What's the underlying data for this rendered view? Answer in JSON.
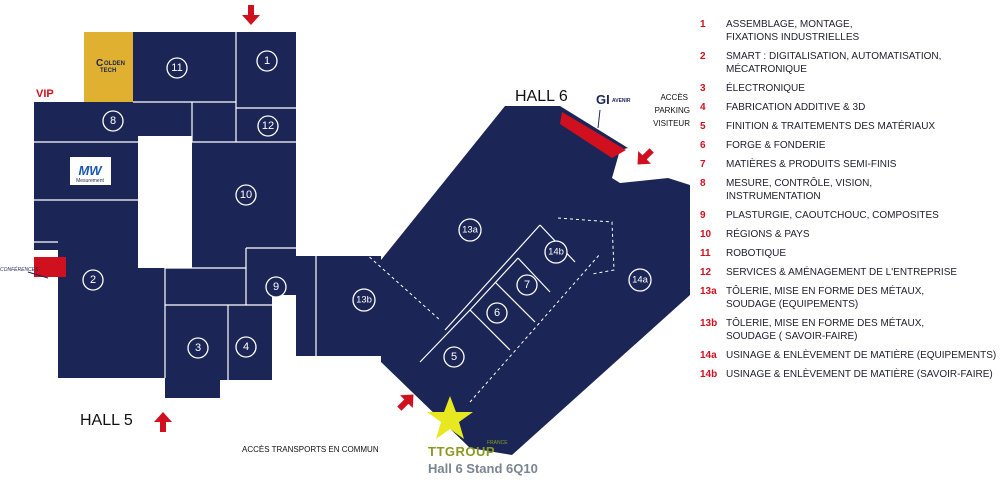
{
  "halls": {
    "hall5": "HALL 5",
    "hall6": "HALL 6"
  },
  "vip_label": "VIP",
  "access": {
    "parking_line1": "ACCÈS",
    "parking_line2": "PARKING",
    "parking_line3": "VISITEUR",
    "transports": "ACCÈS TRANSPORTS EN COMMUN"
  },
  "zones": [
    "1",
    "2",
    "3",
    "4",
    "5",
    "6",
    "7",
    "8",
    "9",
    "10",
    "11",
    "12",
    "13a",
    "13b",
    "14a",
    "14b"
  ],
  "exhibitors": {
    "golden_line1": "OLDEN",
    "golden_line2": "TECH",
    "mw_logo": "MW",
    "mw_sub": "Mesurement",
    "conferences": "CONFÉRENCES",
    "gi_logo": "GI",
    "gi_sub": "AVENIR"
  },
  "legend": [
    {
      "num": "1",
      "text": "ASSEMBLAGE, MONTAGE,\nFIXATIONS INDUSTRIELLES"
    },
    {
      "num": "2",
      "text": "SMART : DIGITALISATION, AUTOMATISATION,\nMÉCATRONIQUE"
    },
    {
      "num": "3",
      "text": "ÉLECTRONIQUE"
    },
    {
      "num": "4",
      "text": "FABRICATION ADDITIVE & 3D"
    },
    {
      "num": "5",
      "text": "FINITION & TRAITEMENTS DES MATÉRIAUX"
    },
    {
      "num": "6",
      "text": "FORGE & FONDERIE"
    },
    {
      "num": "7",
      "text": "MATIÈRES & PRODUITS SEMI-FINIS"
    },
    {
      "num": "8",
      "text": "MESURE, CONTRÔLE, VISION,\nINSTRUMENTATION"
    },
    {
      "num": "9",
      "text": "PLASTURGIE, CAOUTCHOUC, COMPOSITES"
    },
    {
      "num": "10",
      "text": "RÉGIONS & PAYS"
    },
    {
      "num": "11",
      "text": "ROBOTIQUE"
    },
    {
      "num": "12",
      "text": "SERVICES & AMÉNAGEMENT DE L'ENTREPRISE"
    },
    {
      "num": "13a",
      "text": "TÔLERIE, MISE EN FORME DES MÉTAUX,\nSOUDAGE (EQUIPEMENTS)"
    },
    {
      "num": "13b",
      "text": "TÔLERIE, MISE EN FORME DES MÉTAUX,\nSOUDAGE ( SAVOIR-FAIRE)"
    },
    {
      "num": "14a",
      "text": "USINAGE & ENLÈVEMENT DE MATIÈRE (EQUIPEMENTS)"
    },
    {
      "num": "14b",
      "text": "USINAGE & ENLÈVEMENT DE MATIÈRE (SAVOIR-FAIRE)"
    }
  ],
  "brand": {
    "name": "TTGROUP",
    "country": "FRANCE",
    "stand": "Hall 6 Stand 6Q10"
  },
  "colors": {
    "zone": "#1b2656",
    "accent": "#d0101e",
    "golden": "#e0b030",
    "star": "#e8e820"
  }
}
